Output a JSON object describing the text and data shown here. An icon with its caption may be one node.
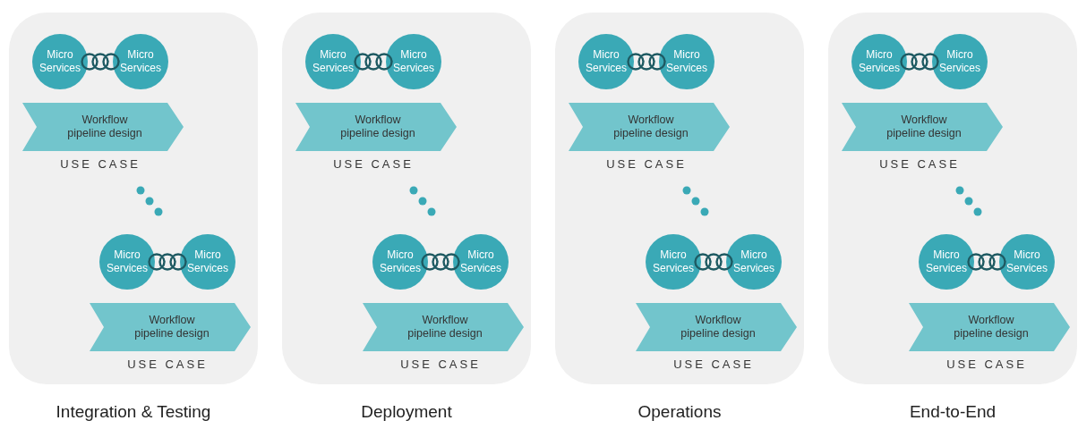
{
  "diagram": {
    "nodes": [
      {
        "text": [
          "Integration & Testing"
        ]
      },
      {
        "text": [
          "Micro Services"
        ],
        "in": 0
      },
      {
        "text": [
          "Micro Services"
        ],
        "in": 0
      },
      {
        "text": [
          "Workflow pipeline design"
        ],
        "in": 0,
        "beside": [
          "USE CASE"
        ]
      },
      {
        "text": [
          "Micro Services"
        ],
        "in": 0
      },
      {
        "text": [
          "Micro Services"
        ],
        "in": 0
      },
      {
        "text": [
          "Workflow pipeline design"
        ],
        "in": 0,
        "beside": [
          "USE CASE"
        ]
      },
      {
        "text": [
          "Deployment"
        ]
      },
      {
        "text": [
          "Micro Services"
        ],
        "in": 7
      },
      {
        "text": [
          "Micro Services"
        ],
        "in": 7
      },
      {
        "text": [
          "Workflow pipeline design"
        ],
        "in": 7,
        "beside": [
          "USE CASE"
        ]
      },
      {
        "text": [
          "Micro Services"
        ],
        "in": 7
      },
      {
        "text": [
          "Micro Services"
        ],
        "in": 7
      },
      {
        "text": [
          "Workflow pipeline design"
        ],
        "in": 7,
        "beside": [
          "USE CASE"
        ]
      },
      {
        "text": [
          "Operations"
        ]
      },
      {
        "text": [
          "Micro Services"
        ],
        "in": 14
      },
      {
        "text": [
          "Micro Services"
        ],
        "in": 14
      },
      {
        "text": [
          "Workflow pipeline design"
        ],
        "in": 14,
        "beside": [
          "USE CASE"
        ]
      },
      {
        "text": [
          "Micro Services"
        ],
        "in": 14
      },
      {
        "text": [
          "Micro Services"
        ],
        "in": 14
      },
      {
        "text": [
          "Workflow pipeline design"
        ],
        "in": 14,
        "beside": [
          "USE CASE"
        ]
      },
      {
        "text": [
          "End-to-End"
        ]
      },
      {
        "text": [
          "Micro Services"
        ],
        "in": 21
      },
      {
        "text": [
          "Micro Services"
        ],
        "in": 21
      },
      {
        "text": [
          "Workflow pipeline design"
        ],
        "in": 21,
        "beside": [
          "USE CASE"
        ]
      },
      {
        "text": [
          "Micro Services"
        ],
        "in": 21
      },
      {
        "text": [
          "Micro Services"
        ],
        "in": 21
      },
      {
        "text": [
          "Workflow pipeline design"
        ],
        "in": 21,
        "beside": [
          "USE CASE"
        ]
      }
    ],
    "edges": [
      {
        "from": 1,
        "to": 2,
        "arrow": "none"
      },
      {
        "from": 4,
        "to": 5,
        "arrow": "none"
      },
      {
        "from": 8,
        "to": 9,
        "arrow": "none"
      },
      {
        "from": 11,
        "to": 12,
        "arrow": "none"
      },
      {
        "from": 15,
        "to": 16,
        "arrow": "none"
      },
      {
        "from": 18,
        "to": 19,
        "arrow": "none"
      },
      {
        "from": 22,
        "to": 23,
        "arrow": "none"
      },
      {
        "from": 25,
        "to": 26,
        "arrow": "none"
      }
    ]
  }
}
